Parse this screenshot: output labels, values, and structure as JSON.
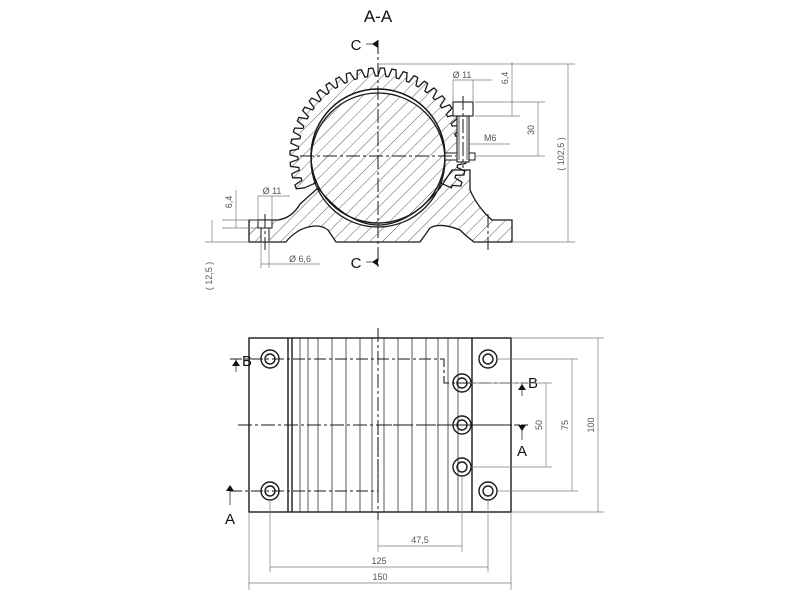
{
  "section_view": {
    "title": "A-A",
    "cut_label_top": "C",
    "cut_label_bottom": "C",
    "dims": {
      "bolt_cbore": "Ø 11",
      "bolt_depth": "6,4",
      "thread": "M6",
      "thread_len": "30",
      "height_total": "( 102,5 )",
      "base_cbore": "Ø 11",
      "base_cbore_depth": "6,4",
      "base_hole": "Ø 6,6",
      "base_thickness": "( 12,5 )"
    }
  },
  "top_view": {
    "label_b_left": "B",
    "label_b_right": "B",
    "label_a_left": "A",
    "label_a_right": "A",
    "dims": {
      "hole_pitch": "50",
      "hole_span": "75",
      "depth": "100",
      "offset": "47,5",
      "hole_width": "125",
      "width": "150"
    }
  }
}
